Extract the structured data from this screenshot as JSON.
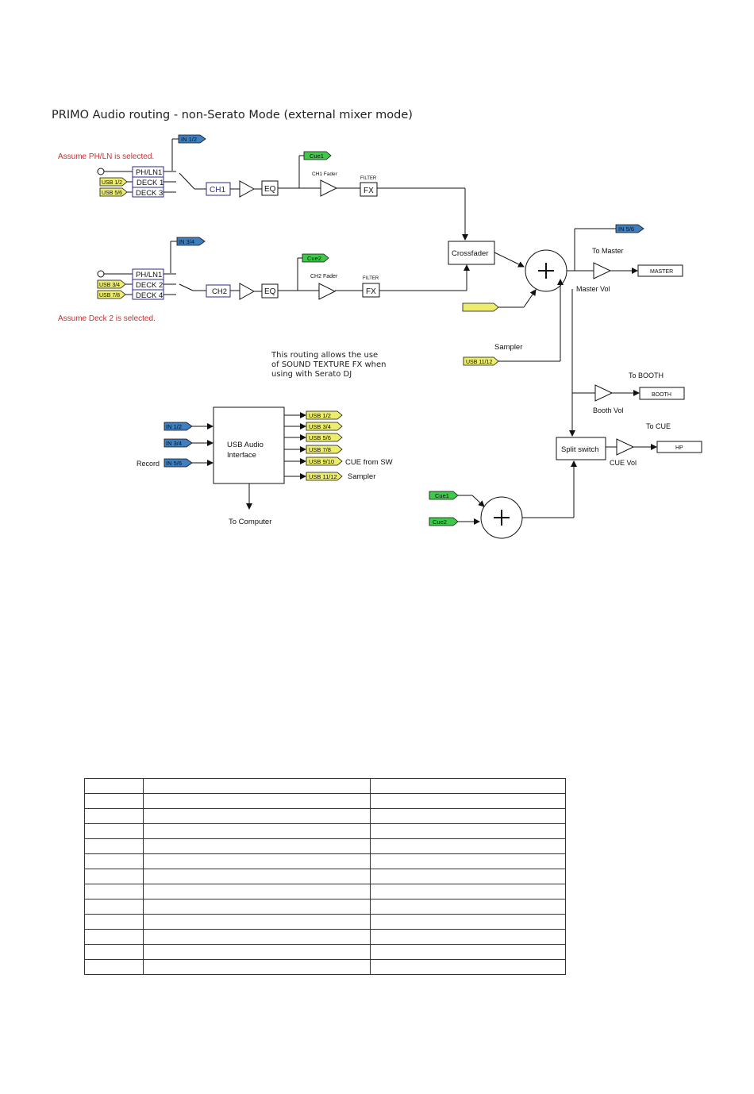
{
  "title": "PRIMO Audio routing - non-Serato Mode (external mixer mode)",
  "colors": {
    "blue_tag": "#3d7fc0",
    "yellow_tag": "#ecec6e",
    "green_tag": "#3ec94a",
    "note_red": "#cf2d2d",
    "line": "#111111"
  },
  "notes": {
    "assume_ph": "Assume PH/LN is selected.",
    "assume_deck2": "Assume Deck 2 is selected.",
    "routing_note": "This routing allows the use\nof SOUND TEXTURE FX when\nusing with Serato DJ"
  },
  "tags": {
    "in12": "IN 1/2",
    "in34": "IN 3/4",
    "in56": "IN 5/6",
    "usb12": "USB 1/2",
    "usb34": "USB 3/4",
    "usb56": "USB 5/6",
    "usb78": "USB 7/8",
    "usb910": "USB 9/10",
    "usb1112": "USB 11/12",
    "cue1": "Cue1",
    "cue2": "Cue2"
  },
  "ch1": {
    "ph": "PH/LN1",
    "deck_a": "DECK 1",
    "deck_b": "DECK 3",
    "ch": "CH1",
    "eq": "EQ",
    "fader": "CH1 Fader",
    "filter": "FILTER",
    "fx": "FX"
  },
  "ch2": {
    "ph": "PH/LN1",
    "deck_a": "DECK 2",
    "deck_b": "DECK 4",
    "ch": "CH2",
    "eq": "EQ",
    "fader": "CH2 Fader",
    "filter": "FILTER",
    "fx": "FX"
  },
  "mixer": {
    "crossfader": "Crossfader",
    "sampler": "Sampler",
    "to_master": "To Master",
    "master": "MASTER",
    "master_vol": "Master Vol",
    "to_booth": "To BOOTH",
    "booth": "BOOTH",
    "booth_vol": "Booth Vol",
    "to_cue": "To CUE",
    "hp": "HP",
    "cue_vol": "CUE Vol",
    "split_switch": "Split switch"
  },
  "usb_interface": {
    "label_line1": "USB Audio",
    "label_line2": "Interface",
    "record": "Record",
    "cue_from_sw": "CUE from SW",
    "sampler": "Sampler",
    "to_computer": "To Computer"
  },
  "table": {
    "rows": 13,
    "cols": 3
  }
}
